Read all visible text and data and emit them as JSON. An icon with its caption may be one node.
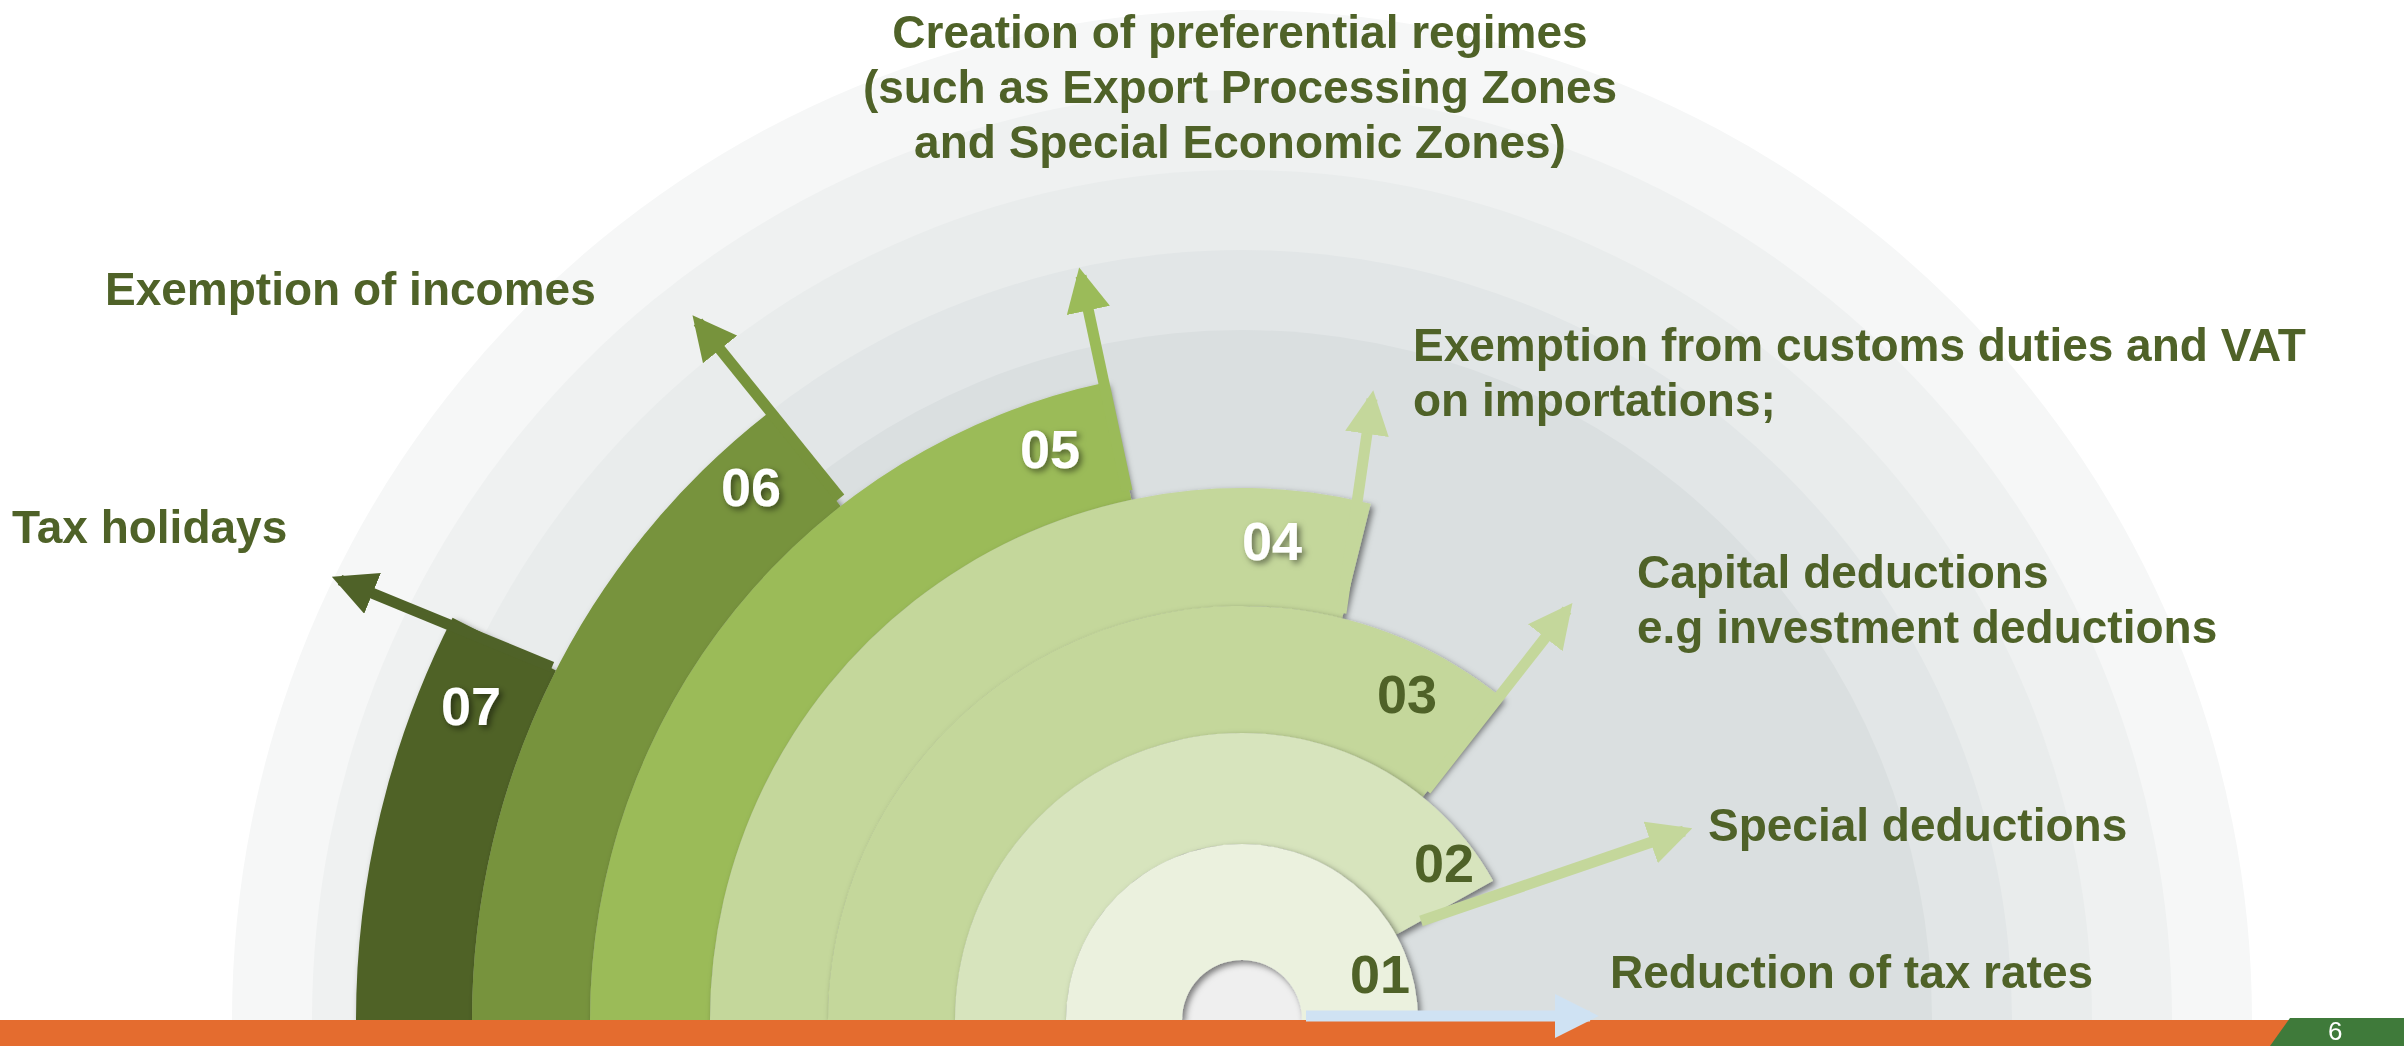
{
  "diagram": {
    "nodes": [
      {
        "text": [
          "01"
        ]
      },
      {
        "text": [
          "02"
        ]
      },
      {
        "text": [
          "03"
        ]
      },
      {
        "text": [
          "04"
        ]
      },
      {
        "text": [
          "05"
        ]
      },
      {
        "text": [
          "06"
        ]
      },
      {
        "text": [
          "07"
        ]
      },
      {
        "text": [
          "Reduction of tax rates"
        ]
      },
      {
        "text": [
          "Special deductions"
        ]
      },
      {
        "text": [
          "Capital deductions",
          "e.g investment deductions"
        ]
      },
      {
        "text": [
          "Exemption from customs duties and VAT on importations;"
        ]
      },
      {
        "text": [
          "Creation of preferential regimes (such as Export Processing Zones and Special Economic Zones)"
        ]
      },
      {
        "text": [
          "Exemption of incomes"
        ]
      },
      {
        "text": [
          "Tax holidays"
        ]
      }
    ],
    "edges": [
      {
        "from": 0,
        "to": 7,
        "arrow": "to",
        "color": "#cfe2f3"
      },
      {
        "from": 1,
        "to": 8,
        "arrow": "to",
        "color": "#c4d79b"
      },
      {
        "from": 2,
        "to": 9,
        "arrow": "to",
        "color": "#c4d79b"
      },
      {
        "from": 3,
        "to": 10,
        "arrow": "to",
        "color": "#c4d79b"
      },
      {
        "from": 4,
        "to": 11,
        "arrow": "to",
        "color": "#9bbb59"
      },
      {
        "from": 5,
        "to": 12,
        "arrow": "to",
        "color": "#77933c"
      },
      {
        "from": 6,
        "to": 13,
        "arrow": "to",
        "color": "#4f6228"
      }
    ],
    "labels": [
      "6"
    ]
  }
}
